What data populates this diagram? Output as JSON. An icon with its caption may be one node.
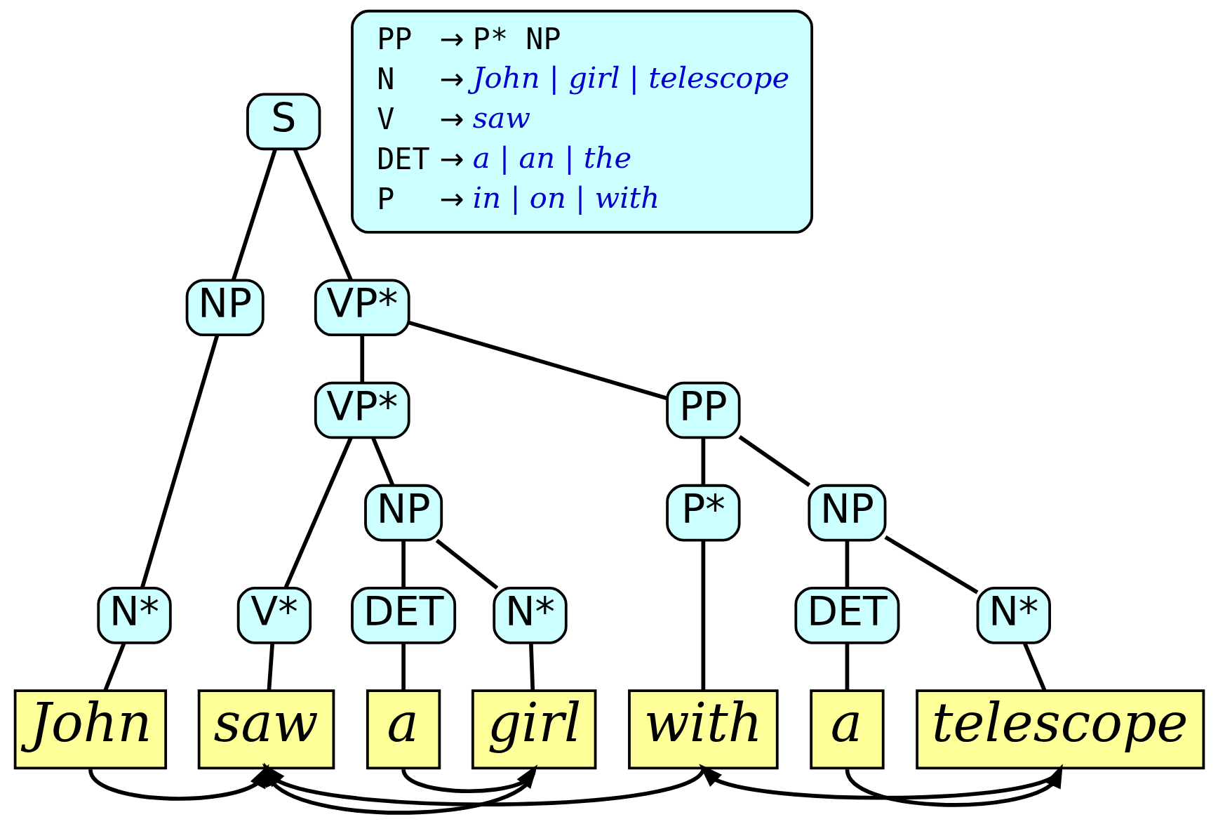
{
  "diagram": {
    "nodes": [
      {
        "text": [
          "S"
        ]
      },
      {
        "text": [
          "NP"
        ]
      },
      {
        "text": [
          "VP*"
        ]
      },
      {
        "text": [
          "VP*"
        ]
      },
      {
        "text": [
          "PP"
        ]
      },
      {
        "text": [
          "N*"
        ]
      },
      {
        "text": [
          "V*"
        ]
      },
      {
        "text": [
          "NP"
        ]
      },
      {
        "text": [
          "P*"
        ]
      },
      {
        "text": [
          "NP"
        ]
      },
      {
        "text": [
          "DET"
        ]
      },
      {
        "text": [
          "N*"
        ]
      },
      {
        "text": [
          "DET"
        ]
      },
      {
        "text": [
          "N*"
        ]
      },
      {
        "text": [
          "John"
        ]
      },
      {
        "text": [
          "saw"
        ]
      },
      {
        "text": [
          "a"
        ]
      },
      {
        "text": [
          "girl"
        ]
      },
      {
        "text": [
          "with"
        ]
      },
      {
        "text": [
          "a"
        ]
      },
      {
        "text": [
          "telescope"
        ]
      },
      {
        "text": [
          "PP → P* NP",
          "N → John | girl | telescope",
          "V → saw",
          "DET → a | an | the",
          "P → in | on | with"
        ]
      }
    ],
    "edges": [
      {
        "from": 0,
        "to": 1,
        "arrow": "none"
      },
      {
        "from": 0,
        "to": 2,
        "arrow": "none"
      },
      {
        "from": 2,
        "to": 3,
        "arrow": "none"
      },
      {
        "from": 2,
        "to": 4,
        "arrow": "none"
      },
      {
        "from": 1,
        "to": 5,
        "arrow": "none"
      },
      {
        "from": 3,
        "to": 6,
        "arrow": "none"
      },
      {
        "from": 3,
        "to": 7,
        "arrow": "none"
      },
      {
        "from": 4,
        "to": 8,
        "arrow": "none"
      },
      {
        "from": 4,
        "to": 9,
        "arrow": "none"
      },
      {
        "from": 7,
        "to": 10,
        "arrow": "none"
      },
      {
        "from": 7,
        "to": 11,
        "arrow": "none"
      },
      {
        "from": 9,
        "to": 12,
        "arrow": "none"
      },
      {
        "from": 9,
        "to": 13,
        "arrow": "none"
      },
      {
        "from": 5,
        "to": 14,
        "arrow": "none"
      },
      {
        "from": 6,
        "to": 15,
        "arrow": "none"
      },
      {
        "from": 10,
        "to": 16,
        "arrow": "none"
      },
      {
        "from": 11,
        "to": 17,
        "arrow": "none"
      },
      {
        "from": 8,
        "to": 18,
        "arrow": "none"
      },
      {
        "from": 12,
        "to": 19,
        "arrow": "none"
      },
      {
        "from": 13,
        "to": 20,
        "arrow": "none"
      },
      {
        "from": 14,
        "to": 15,
        "arrow": "to"
      },
      {
        "from": 16,
        "to": 17,
        "arrow": "to"
      },
      {
        "from": 17,
        "to": 15,
        "arrow": "to"
      },
      {
        "from": 18,
        "to": 15,
        "arrow": "to"
      },
      {
        "from": 19,
        "to": 20,
        "arrow": "to"
      },
      {
        "from": 20,
        "to": 18,
        "arrow": "to"
      }
    ]
  }
}
